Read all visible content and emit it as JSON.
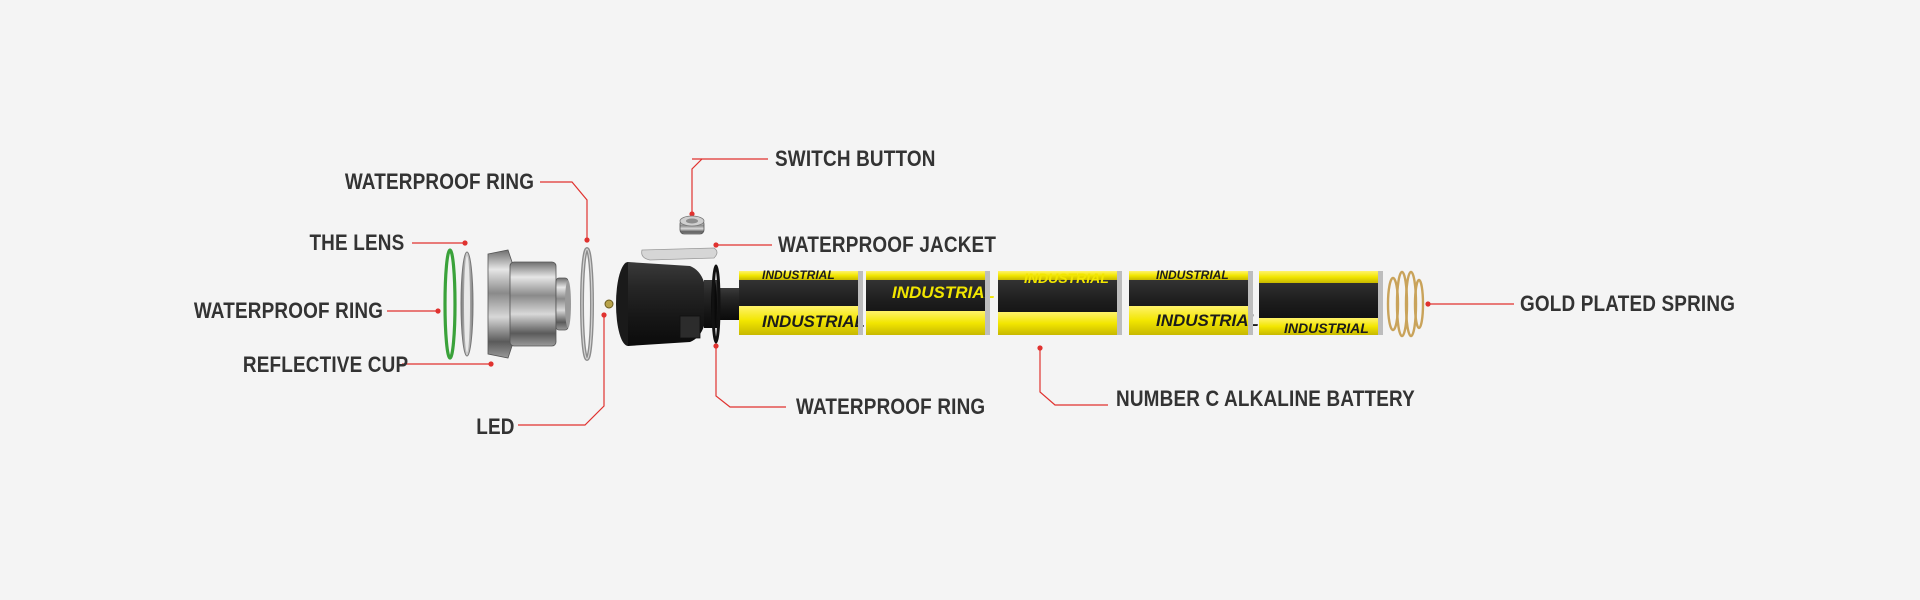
{
  "diagram": {
    "labels": {
      "switch_button": "SWITCH BUTTON",
      "waterproof_ring_top": "WATERPROOF RING",
      "waterproof_jacket": "WATERPROOF JACKET",
      "the_lens": "THE LENS",
      "waterproof_ring_left": "WATERPROOF RING",
      "gold_plated_spring": "GOLD PLATED SPRING",
      "reflective_cup": "REFLECTIVE CUP",
      "waterproof_ring_bottom": "WATERPROOF RING",
      "number_c_battery": "NUMBER C ALKALINE BATTERY",
      "led": "LED"
    },
    "battery_brand": "INDUSTRIAL",
    "battery_count": 5,
    "colors": {
      "background": "#f4f4f4",
      "leader_line": "#e0322f",
      "label_text": "#333333",
      "battery_yellow": "#f2e600",
      "battery_black": "#1c1c1c",
      "o_ring_green": "#3aa23a",
      "spring_gold": "#c9a35a"
    }
  }
}
